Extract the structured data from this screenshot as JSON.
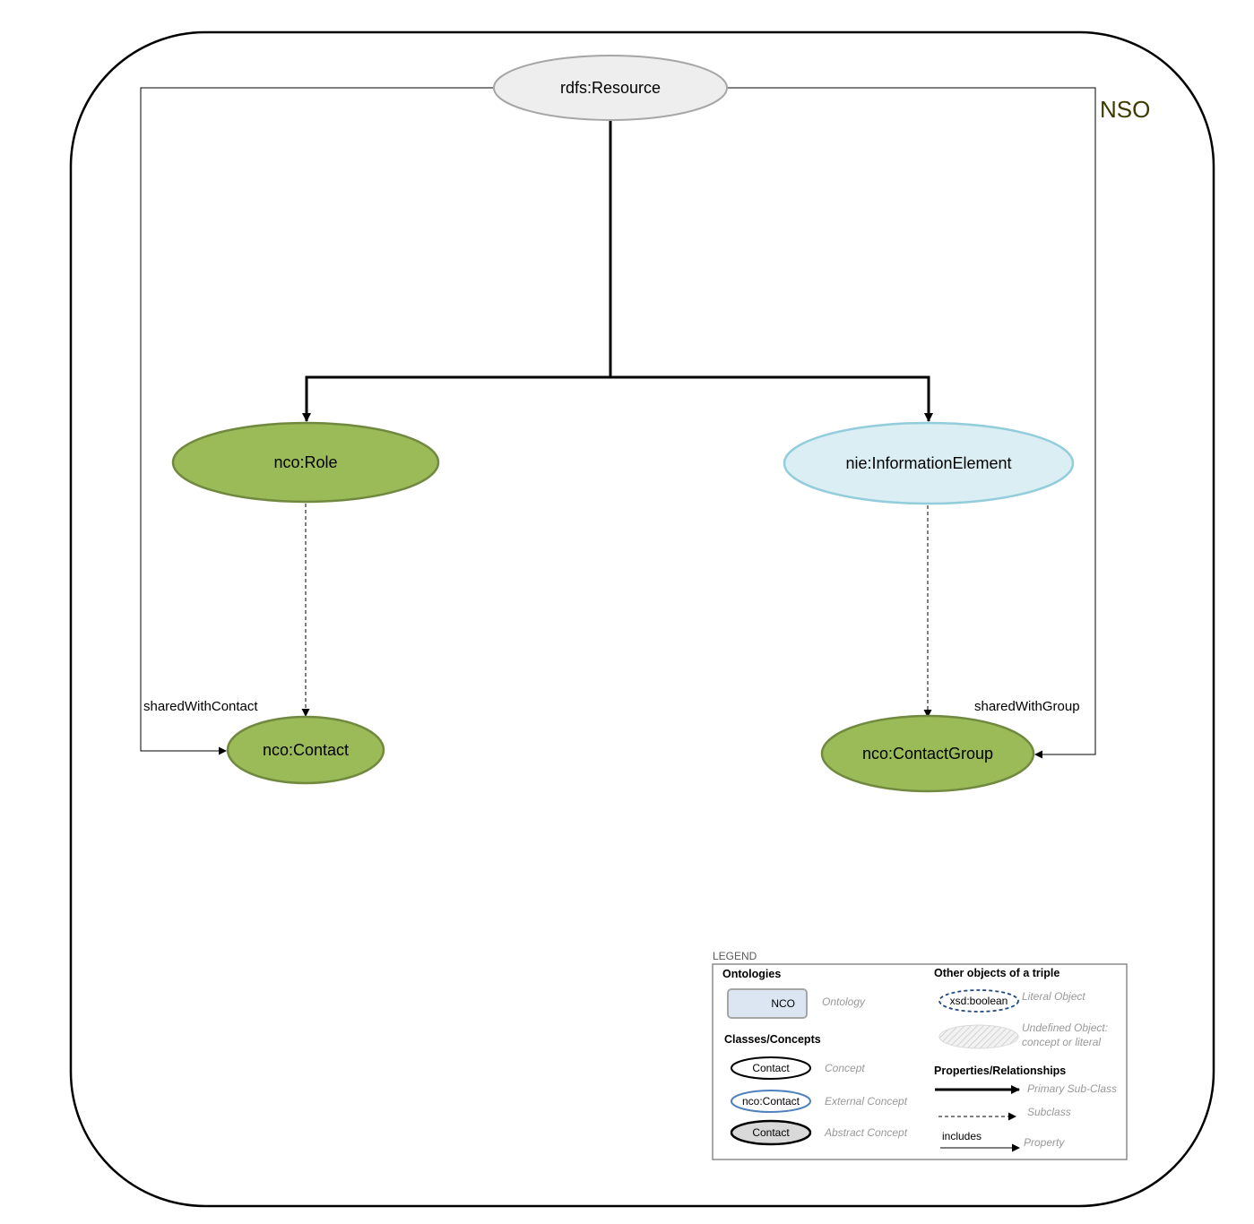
{
  "ontology": {
    "label": "NSO"
  },
  "nodes": {
    "resource": {
      "label": "rdfs:Resource"
    },
    "role": {
      "label": "nco:Role"
    },
    "info": {
      "label": "nie:InformationElement"
    },
    "contact": {
      "label": "nco:Contact"
    },
    "group": {
      "label": "nco:ContactGroup"
    }
  },
  "edges": {
    "shared_with_contact": {
      "label": "sharedWithContact"
    },
    "shared_with_group": {
      "label": "sharedWithGroup"
    }
  },
  "colors": {
    "nso_node_fill": "#9bbb59",
    "nso_node_stroke": "#71893f",
    "external_fill": "#dbeef3",
    "external_stroke": "#92cddc",
    "resource_fill": "#eeeeee",
    "resource_stroke": "#a6a6a6",
    "ontology_label": "#3b3b00"
  },
  "legend": {
    "title": "LEGEND",
    "ontologies": {
      "heading": "Ontologies",
      "sample": "NCO",
      "desc": "Ontology"
    },
    "classes": {
      "heading": "Classes/Concepts",
      "concept": {
        "sample": "Contact",
        "desc": "Concept"
      },
      "external": {
        "sample": "nco:Contact",
        "desc": "External Concept"
      },
      "abstract": {
        "sample": "Contact",
        "desc": "Abstract Concept"
      }
    },
    "objects": {
      "heading": "Other objects of a triple",
      "literal": {
        "sample": "xsd:boolean",
        "desc": "Literal Object"
      },
      "undefined": {
        "desc_line1": "Undefined Object:",
        "desc_line2": "concept or literal"
      }
    },
    "properties": {
      "heading": "Properties/Relationships",
      "primary": {
        "desc": "Primary Sub-Class"
      },
      "subclass": {
        "desc": "Subclass"
      },
      "property": {
        "sample": "includes",
        "desc": "Property"
      }
    }
  }
}
